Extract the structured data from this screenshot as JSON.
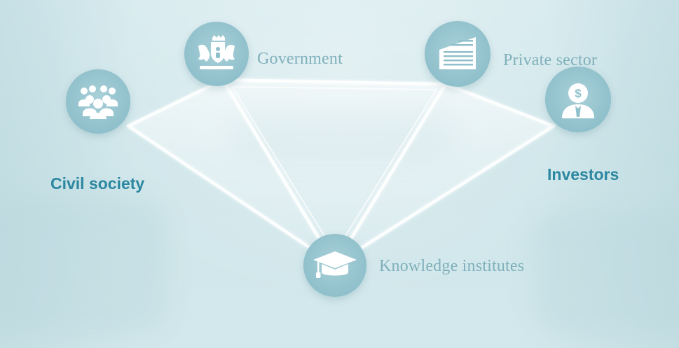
{
  "diagram": {
    "nodes": [
      {
        "id": "government",
        "label": "Government",
        "icon": "coat-of-arms-icon"
      },
      {
        "id": "private_sector",
        "label": "Private sector",
        "icon": "office-building-icon"
      },
      {
        "id": "civil_society",
        "label": "Civil society",
        "icon": "people-group-icon"
      },
      {
        "id": "investors",
        "label": "Investors",
        "icon": "investor-dollar-icon"
      },
      {
        "id": "knowledge_institutes",
        "label": "Knowledge institutes",
        "icon": "graduation-cap-icon"
      }
    ],
    "connections": [
      [
        "civil_society",
        "government"
      ],
      [
        "government",
        "private_sector"
      ],
      [
        "private_sector",
        "investors"
      ],
      [
        "civil_society",
        "knowledge_institutes"
      ],
      [
        "government",
        "knowledge_institutes"
      ],
      [
        "private_sector",
        "knowledge_institutes"
      ],
      [
        "investors",
        "knowledge_institutes"
      ]
    ],
    "colors": {
      "background": "#d3e8ec",
      "node_fill": "#8fc0cb",
      "serif_label": "#7fb0bb",
      "bold_label": "#2c87a0",
      "icon": "#ffffff"
    }
  }
}
